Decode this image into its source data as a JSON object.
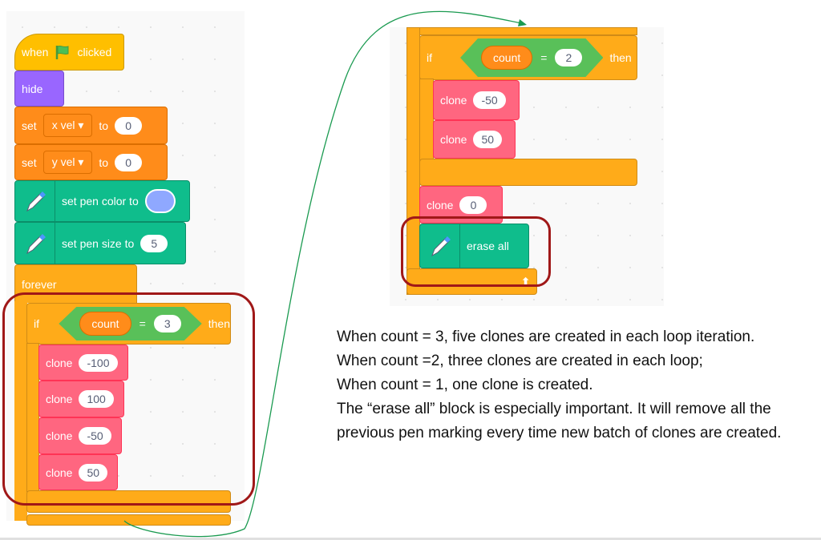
{
  "left_script": {
    "hat": {
      "when": "when",
      "clicked": "clicked",
      "flag_icon": "green-flag-icon"
    },
    "hide": "hide",
    "set1": {
      "set": "set",
      "var": "x vel",
      "to": "to",
      "value": "0"
    },
    "set2": {
      "set": "set",
      "var": "y vel",
      "to": "to",
      "value": "0"
    },
    "pen_color": {
      "label": "set pen color to",
      "color": "#8FA8FF"
    },
    "pen_size": {
      "label": "set pen size to",
      "value": "5"
    },
    "forever": "forever",
    "if_block": {
      "if": "if",
      "var": "count",
      "op": "=",
      "value": "3",
      "then": "then"
    },
    "clones": [
      {
        "label": "clone",
        "value": "-100"
      },
      {
        "label": "clone",
        "value": "100"
      },
      {
        "label": "clone",
        "value": "-50"
      },
      {
        "label": "clone",
        "value": "50"
      }
    ]
  },
  "right_script": {
    "if_block": {
      "if": "if",
      "var": "count",
      "op": "=",
      "value": "2",
      "then": "then"
    },
    "clones": [
      {
        "label": "clone",
        "value": "-50"
      },
      {
        "label": "clone",
        "value": "50"
      }
    ],
    "clone0": {
      "label": "clone",
      "value": "0"
    },
    "erase": "erase all"
  },
  "notes": [
    "When count = 3, five clones are created in each loop iteration.",
    "When count =2, three clones are created in each loop;",
    "When count = 1, one clone is created.",
    "The “erase all” block is especially important. It will remove all the previous pen marking every time new batch of clones are created."
  ],
  "colors": {
    "events": "#FFBF00",
    "looks": "#9966FF",
    "variables": "#FF8C1A",
    "pen": "#0FBD8C",
    "control": "#FFAB19",
    "custom": "#FF6680",
    "operators": "#59C059",
    "highlight": "#A01818"
  }
}
